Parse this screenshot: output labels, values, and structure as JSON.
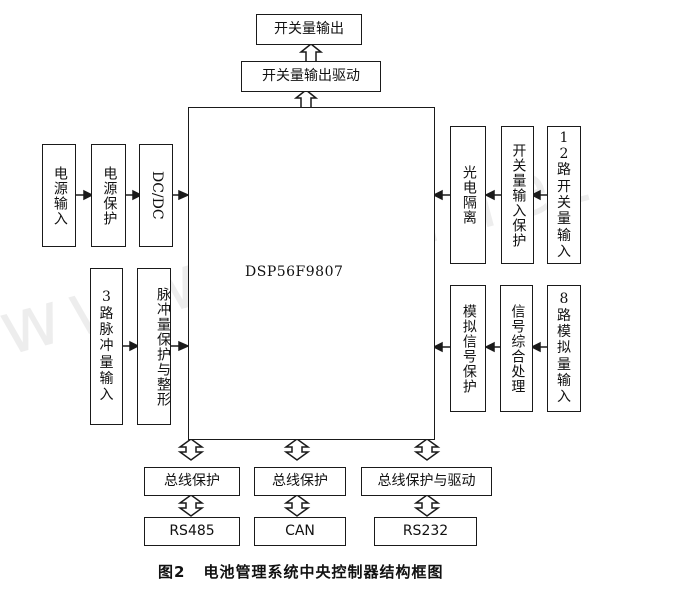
{
  "core": {
    "label": "DSP56F9807"
  },
  "top": {
    "output": "开关量输出",
    "driver": "开关量输出驱动"
  },
  "left": {
    "power_input": "电源输入",
    "power_protect": "电源保护",
    "dcdc": "DC/DC",
    "pulse_input": "3路脉冲量输入",
    "pulse_protect": "脉冲量保护与整形"
  },
  "right": {
    "optocoupler": "光电隔离",
    "switch_protect": "开关量输入保护",
    "switch_input": "12路开关量输入",
    "analog_protect": "模拟信号保护",
    "signal_process": "信号综合处理",
    "analog_input": "8路模拟量输入"
  },
  "bottom": {
    "bus1_protect": "总线保护",
    "bus2_protect": "总线保护",
    "bus3_protect": "总线保护与驱动",
    "rs485": "RS485",
    "can": "CAN",
    "rs232": "RS232"
  },
  "caption": {
    "fig_no": "图2",
    "title": "电池管理系统中央控制器结构框图"
  },
  "watermark": "www.cnki.net"
}
